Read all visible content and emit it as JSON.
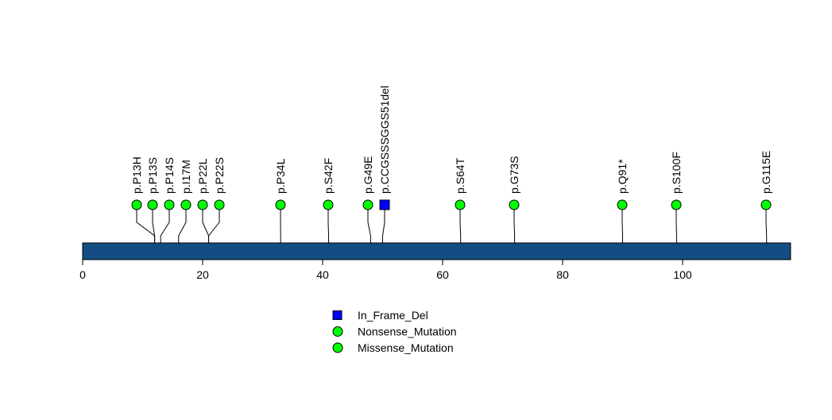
{
  "chart_data": {
    "type": "lollipop",
    "protein_length": 118,
    "xlim": [
      0,
      118
    ],
    "x_ticks": [
      0,
      20,
      40,
      60,
      80,
      100
    ],
    "colors": {
      "domain": "#134d84",
      "missense": "#00ff00",
      "in_frame_del": "#0000ff"
    },
    "mutations": [
      {
        "label": "p.P13H",
        "position": 13,
        "type": "Missense_Mutation"
      },
      {
        "label": "p.P13S",
        "position": 13,
        "type": "Missense_Mutation"
      },
      {
        "label": "p.P14S",
        "position": 14,
        "type": "Missense_Mutation"
      },
      {
        "label": "p.I17M",
        "position": 17,
        "type": "Missense_Mutation"
      },
      {
        "label": "p.P22L",
        "position": 22,
        "type": "Missense_Mutation"
      },
      {
        "label": "p.P22S",
        "position": 22,
        "type": "Missense_Mutation"
      },
      {
        "label": "p.P34L",
        "position": 34,
        "type": "Missense_Mutation"
      },
      {
        "label": "p.S42F",
        "position": 42,
        "type": "Missense_Mutation"
      },
      {
        "label": "p.G49E",
        "position": 49,
        "type": "Missense_Mutation"
      },
      {
        "label": "p.CCGSSSGGS51del",
        "position": 51,
        "type": "In_Frame_Del"
      },
      {
        "label": "p.S64T",
        "position": 64,
        "type": "Missense_Mutation"
      },
      {
        "label": "p.G73S",
        "position": 73,
        "type": "Missense_Mutation"
      },
      {
        "label": "p.Q91*",
        "position": 91,
        "type": "Nonsense_Mutation"
      },
      {
        "label": "p.S100F",
        "position": 100,
        "type": "Missense_Mutation"
      },
      {
        "label": "p.G115E",
        "position": 115,
        "type": "Missense_Mutation"
      }
    ],
    "legend": [
      {
        "label": "In_Frame_Del",
        "shape": "square",
        "color": "#0000ff"
      },
      {
        "label": "Nonsense_Mutation",
        "shape": "circle",
        "color": "#00ff00"
      },
      {
        "label": "Missense_Mutation",
        "shape": "circle",
        "color": "#00ff00"
      }
    ],
    "legend_position": "bottom-center"
  }
}
